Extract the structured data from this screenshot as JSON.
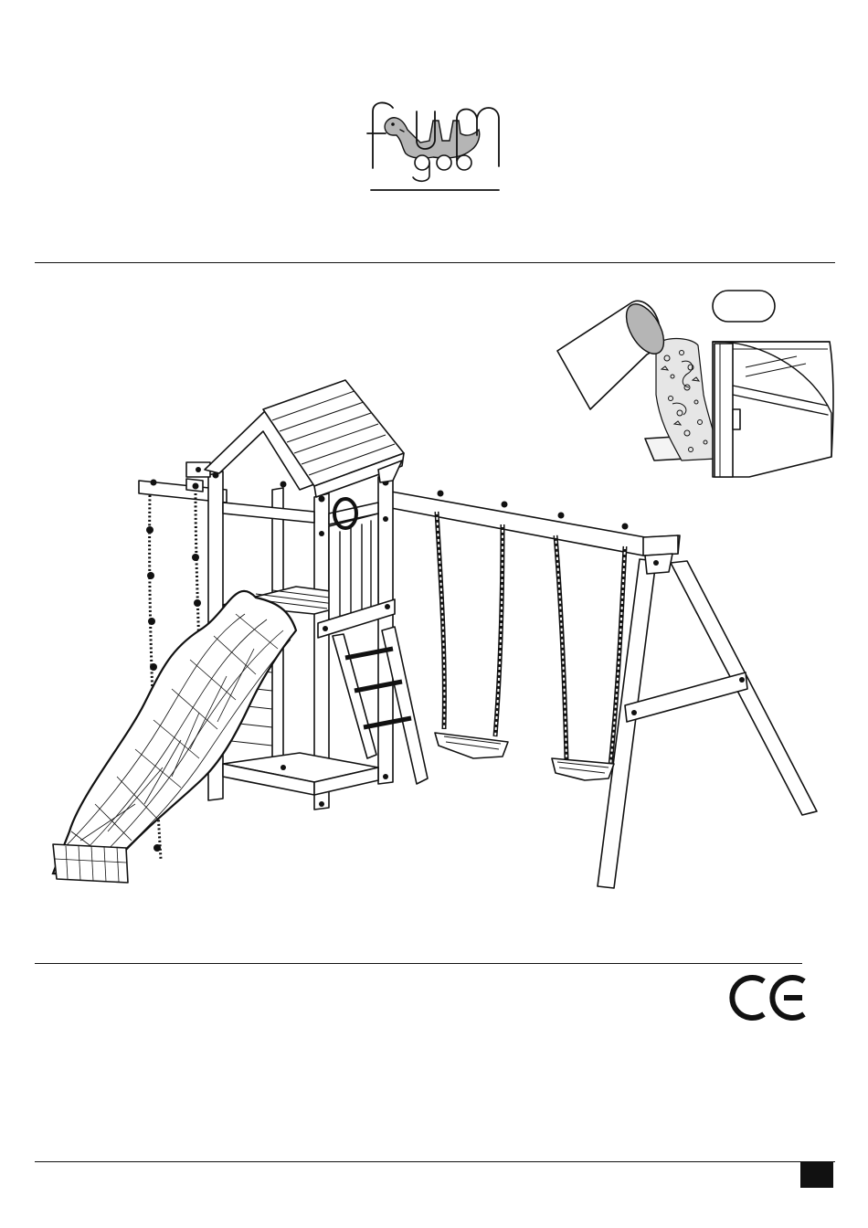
{
  "brand": {
    "logo_word_top": "fun",
    "logo_word_bottom": "goo",
    "logo_fill": "#b5b5b5"
  },
  "badges": {
    "ce_mark": "CE",
    "inset_tag": ""
  },
  "colors": {
    "ink": "#111111",
    "paper": "#ffffff",
    "tube_fill": "#b5b5b5",
    "gravel_fill": "#e6e6e6"
  },
  "footer": {
    "page_marker": ""
  }
}
